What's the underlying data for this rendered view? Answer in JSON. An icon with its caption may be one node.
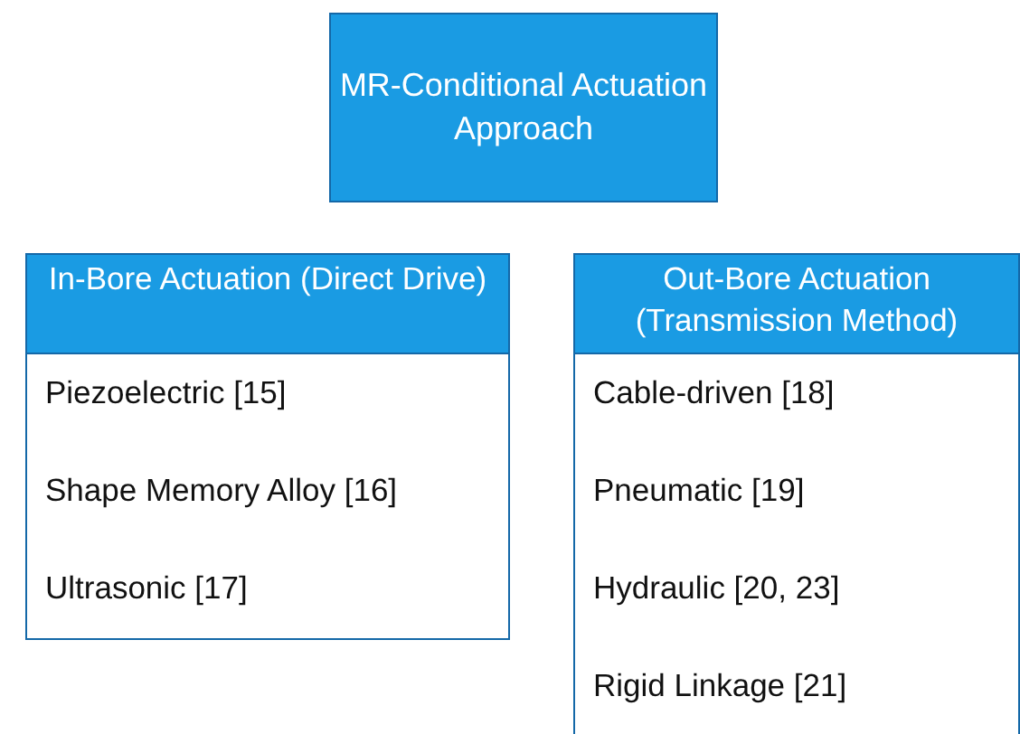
{
  "diagram": {
    "nodes": [
      {
        "text": [
          "MR-Conditional Actuation Approach"
        ]
      },
      {
        "text": [
          "In-Bore Actuation (Direct Drive)",
          "Piezoelectric [15]",
          "Shape Memory Alloy [16]",
          "Ultrasonic [17]"
        ]
      },
      {
        "text": [
          "Out-Bore Actuation (Transmission Method)",
          "Cable-driven [18]",
          "Pneumatic [19]",
          "Hydraulic [20, 23]",
          "Rigid Linkage [21]"
        ]
      }
    ]
  }
}
